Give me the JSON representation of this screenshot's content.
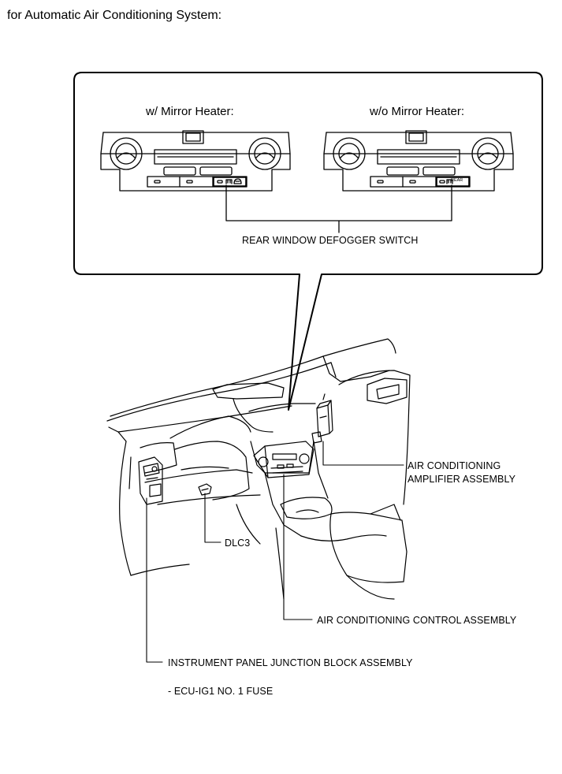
{
  "header": {
    "title": "for Automatic Air Conditioning System:"
  },
  "callout": {
    "left_caption": "w/ Mirror Heater:",
    "right_caption": "w/o Mirror Heater:",
    "switch_label": "REAR WINDOW DEFOGGER SWITCH",
    "rear_button_text": "REAR"
  },
  "labels": {
    "amplifier_line1": "AIR CONDITIONING",
    "amplifier_line2": "AMPLIFIER ASSEMBLY",
    "dlc3": "DLC3",
    "control_assembly": "AIR CONDITIONING CONTROL ASSEMBLY",
    "junction_block": "INSTRUMENT PANEL JUNCTION BLOCK ASSEMBLY",
    "fuse_note": "- ECU-IG1 NO. 1 FUSE"
  }
}
